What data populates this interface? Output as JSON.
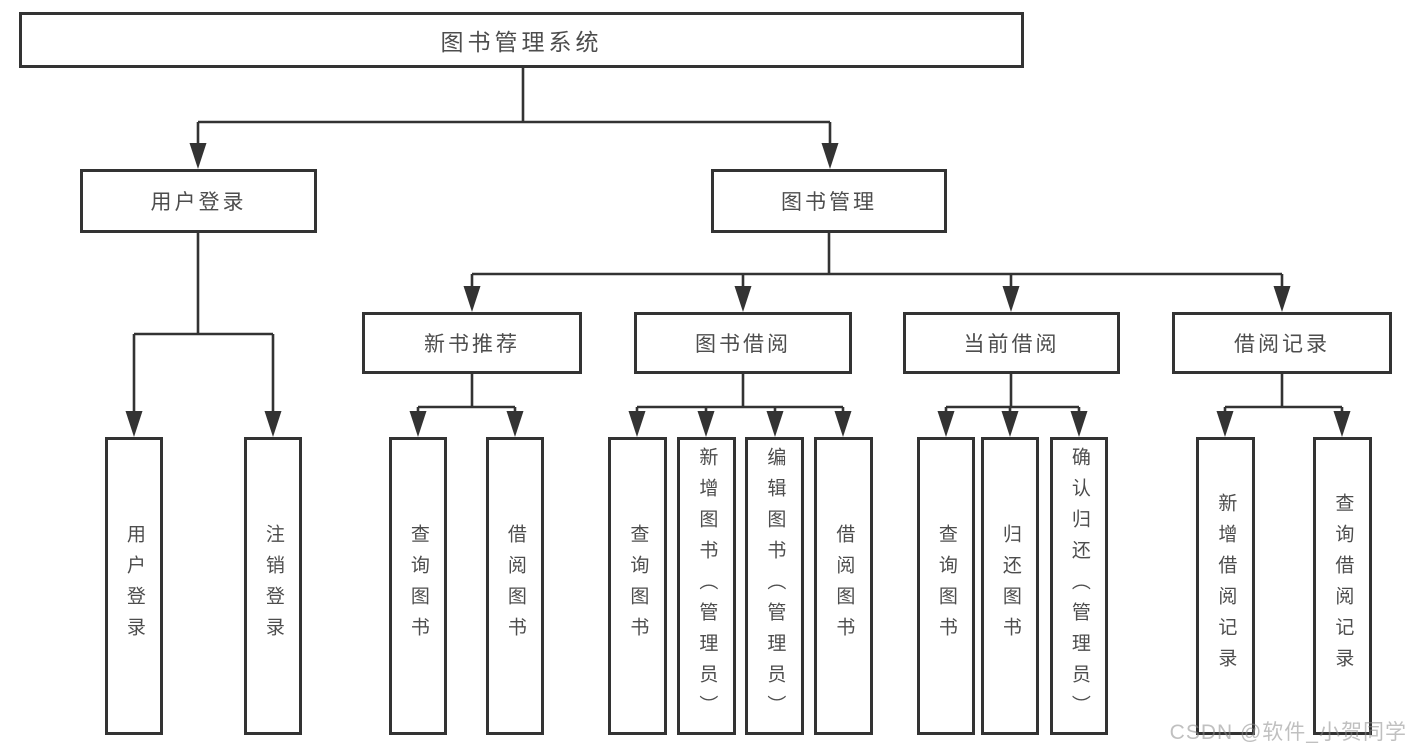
{
  "diagram": {
    "root": {
      "label": "图书管理系统"
    },
    "branches": [
      {
        "label": "用户登录",
        "children": [
          {
            "label": "用户登录"
          },
          {
            "label": "注销登录"
          }
        ]
      },
      {
        "label": "图书管理",
        "children": [
          {
            "label": "新书推荐",
            "children": [
              {
                "label": "查询图书"
              },
              {
                "label": "借阅图书"
              }
            ]
          },
          {
            "label": "图书借阅",
            "children": [
              {
                "label": "查询图书"
              },
              {
                "label": "新增图书（管理员）"
              },
              {
                "label": "编辑图书（管理员）"
              },
              {
                "label": "借阅图书"
              }
            ]
          },
          {
            "label": "当前借阅",
            "children": [
              {
                "label": "查询图书"
              },
              {
                "label": "归还图书"
              },
              {
                "label": "确认归还（管理员）"
              }
            ]
          },
          {
            "label": "借阅记录",
            "children": [
              {
                "label": "新增借阅记录"
              },
              {
                "label": "查询借阅记录"
              }
            ]
          }
        ]
      }
    ]
  },
  "watermark": {
    "text": "CSDN @软件_小贺同学"
  },
  "colors": {
    "line": "#333333",
    "box_border": "#333333",
    "text": "#4d4d4d",
    "background": "#ffffff",
    "watermark": "#c6c6c6"
  }
}
